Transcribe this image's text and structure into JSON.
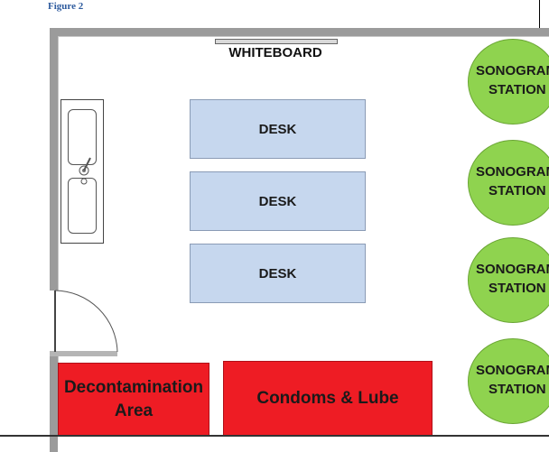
{
  "figure_label": "Figure 2",
  "whiteboard": {
    "label": "WHITEBOARD"
  },
  "desks": [
    {
      "label": "DESK"
    },
    {
      "label": "DESK"
    },
    {
      "label": "DESK"
    }
  ],
  "stations": [
    {
      "line1": "SONOGRAM",
      "line2": "STATION"
    },
    {
      "line1": "SONOGRAM",
      "line2": "STATION"
    },
    {
      "line1": "SONOGRAM",
      "line2": "STATION"
    },
    {
      "line1": "SONOGRAM",
      "line2": "STATION"
    }
  ],
  "areas": {
    "decontamination_line1": "Decontamination",
    "decontamination_line2": "Area",
    "supplies": "Condoms & Lube"
  },
  "colors": {
    "desk": "#c6d7ee",
    "station": "#8fd34f",
    "area": "#ee1c24",
    "wall": "#9b9b9b",
    "figure_label": "#2e5b9e"
  }
}
